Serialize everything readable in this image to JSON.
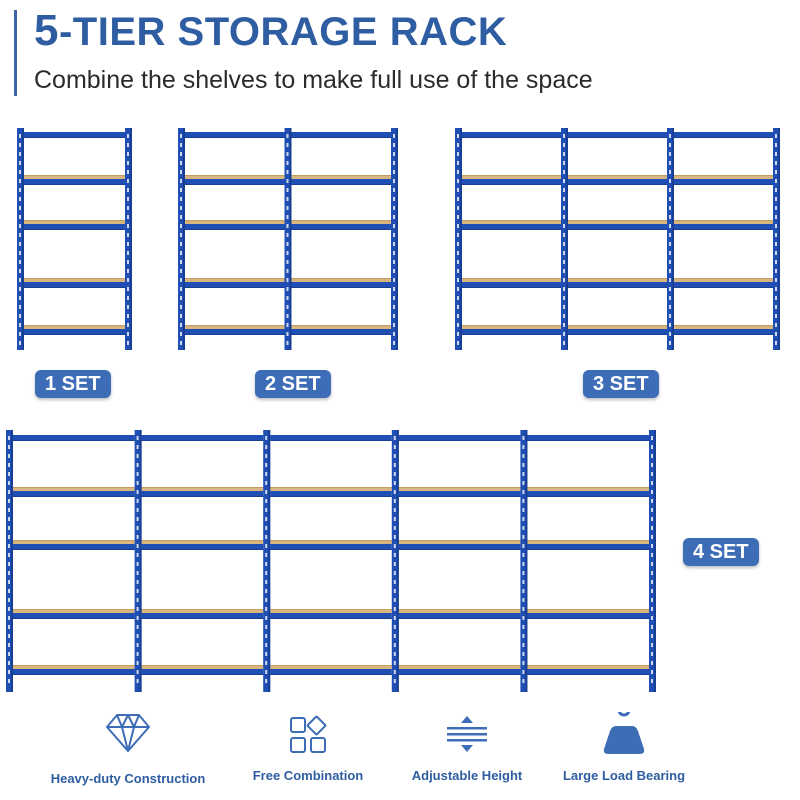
{
  "header": {
    "title_lead": "5",
    "title_rest": "-TIER STORAGE RACK",
    "subtitle": "Combine the shelves to make full use of the space"
  },
  "sets": [
    {
      "label": "1 SET",
      "units": 1
    },
    {
      "label": "2 SET",
      "units": 2
    },
    {
      "label": "3 SET",
      "units": 3
    },
    {
      "label": "4 SET",
      "units": 5
    }
  ],
  "features": [
    {
      "label": "Heavy-duty Construction",
      "icon": "diamond-icon"
    },
    {
      "label": "Free Combination",
      "icon": "grid-icon"
    },
    {
      "label": "Adjustable Height",
      "icon": "adjust-height-icon"
    },
    {
      "label": "Large Load Bearing",
      "icon": "weight-icon"
    }
  ],
  "colors": {
    "frame": "#1f4fb5",
    "frame_dark": "#183f93",
    "board": "#d9b680",
    "board_edge": "#c49d62",
    "accent": "#2f5da1",
    "badge": "#3d6db7"
  }
}
